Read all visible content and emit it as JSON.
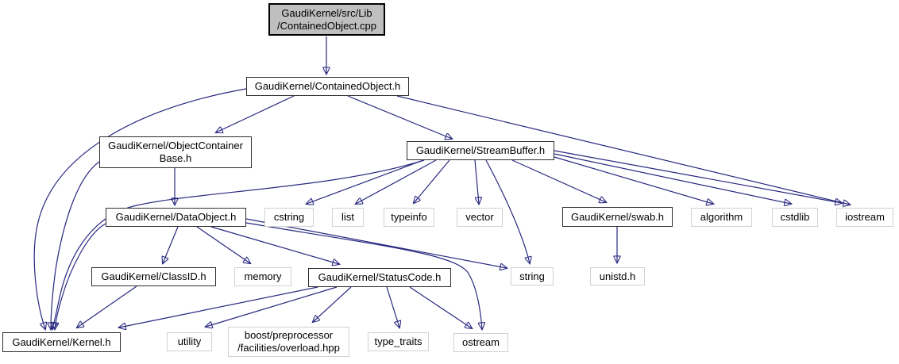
{
  "graph": {
    "kind": "include-dependency-graph",
    "background": "#ffffff",
    "edge_color": "#191970",
    "node_colors": {
      "source_fill": "#bfbfbf",
      "source_border": "#000000",
      "project_border": "#2e2e2e",
      "system_border": "#d1d1d1",
      "text": "#000000"
    }
  },
  "nodes": {
    "src": {
      "label": [
        "GaudiKernel/src/Lib",
        "/ContainedObject.cpp"
      ],
      "type": "source"
    },
    "contained": {
      "label": [
        "GaudiKernel/ContainedObject.h"
      ],
      "type": "project"
    },
    "objcontainer": {
      "label": [
        "GaudiKernel/ObjectContainer",
        "Base.h"
      ],
      "type": "project"
    },
    "streambuffer": {
      "label": [
        "GaudiKernel/StreamBuffer.h"
      ],
      "type": "project"
    },
    "dataobject": {
      "label": [
        "GaudiKernel/DataObject.h"
      ],
      "type": "project"
    },
    "cstring": {
      "label": [
        "cstring"
      ],
      "type": "system"
    },
    "list": {
      "label": [
        "list"
      ],
      "type": "system"
    },
    "typeinfo": {
      "label": [
        "typeinfo"
      ],
      "type": "system"
    },
    "vector": {
      "label": [
        "vector"
      ],
      "type": "system"
    },
    "swab": {
      "label": [
        "GaudiKernel/swab.h"
      ],
      "type": "project"
    },
    "algorithm": {
      "label": [
        "algorithm"
      ],
      "type": "system"
    },
    "cstdlib": {
      "label": [
        "cstdlib"
      ],
      "type": "system"
    },
    "iostream": {
      "label": [
        "iostream"
      ],
      "type": "system"
    },
    "classid": {
      "label": [
        "GaudiKernel/ClassID.h"
      ],
      "type": "project"
    },
    "memory": {
      "label": [
        "memory"
      ],
      "type": "system"
    },
    "statuscode": {
      "label": [
        "GaudiKernel/StatusCode.h"
      ],
      "type": "project"
    },
    "string": {
      "label": [
        "string"
      ],
      "type": "system"
    },
    "unistd": {
      "label": [
        "unistd.h"
      ],
      "type": "system"
    },
    "kernel": {
      "label": [
        "GaudiKernel/Kernel.h"
      ],
      "type": "project"
    },
    "utility": {
      "label": [
        "utility"
      ],
      "type": "system"
    },
    "boost": {
      "label": [
        "boost/preprocessor",
        "/facilities/overload.hpp"
      ],
      "type": "system"
    },
    "typetraits": {
      "label": [
        "type_traits"
      ],
      "type": "system"
    },
    "ostream": {
      "label": [
        "ostream"
      ],
      "type": "system"
    }
  },
  "edges": [
    {
      "from": "src",
      "to": "contained"
    },
    {
      "from": "contained",
      "to": "objcontainer"
    },
    {
      "from": "contained",
      "to": "streambuffer"
    },
    {
      "from": "contained",
      "to": "iostream"
    },
    {
      "from": "contained",
      "to": "kernel"
    },
    {
      "from": "objcontainer",
      "to": "dataobject"
    },
    {
      "from": "objcontainer",
      "to": "kernel"
    },
    {
      "from": "streambuffer",
      "to": "cstring"
    },
    {
      "from": "streambuffer",
      "to": "list"
    },
    {
      "from": "streambuffer",
      "to": "typeinfo"
    },
    {
      "from": "streambuffer",
      "to": "vector"
    },
    {
      "from": "streambuffer",
      "to": "string"
    },
    {
      "from": "streambuffer",
      "to": "swab"
    },
    {
      "from": "streambuffer",
      "to": "algorithm"
    },
    {
      "from": "streambuffer",
      "to": "cstdlib"
    },
    {
      "from": "streambuffer",
      "to": "iostream"
    },
    {
      "from": "streambuffer",
      "to": "kernel"
    },
    {
      "from": "dataobject",
      "to": "classid"
    },
    {
      "from": "dataobject",
      "to": "memory"
    },
    {
      "from": "dataobject",
      "to": "statuscode"
    },
    {
      "from": "dataobject",
      "to": "string"
    },
    {
      "from": "dataobject",
      "to": "ostream"
    },
    {
      "from": "dataobject",
      "to": "kernel"
    },
    {
      "from": "classid",
      "to": "kernel"
    },
    {
      "from": "statuscode",
      "to": "kernel"
    },
    {
      "from": "statuscode",
      "to": "utility"
    },
    {
      "from": "statuscode",
      "to": "boost"
    },
    {
      "from": "statuscode",
      "to": "typetraits"
    },
    {
      "from": "statuscode",
      "to": "ostream"
    },
    {
      "from": "swab",
      "to": "unistd"
    }
  ]
}
